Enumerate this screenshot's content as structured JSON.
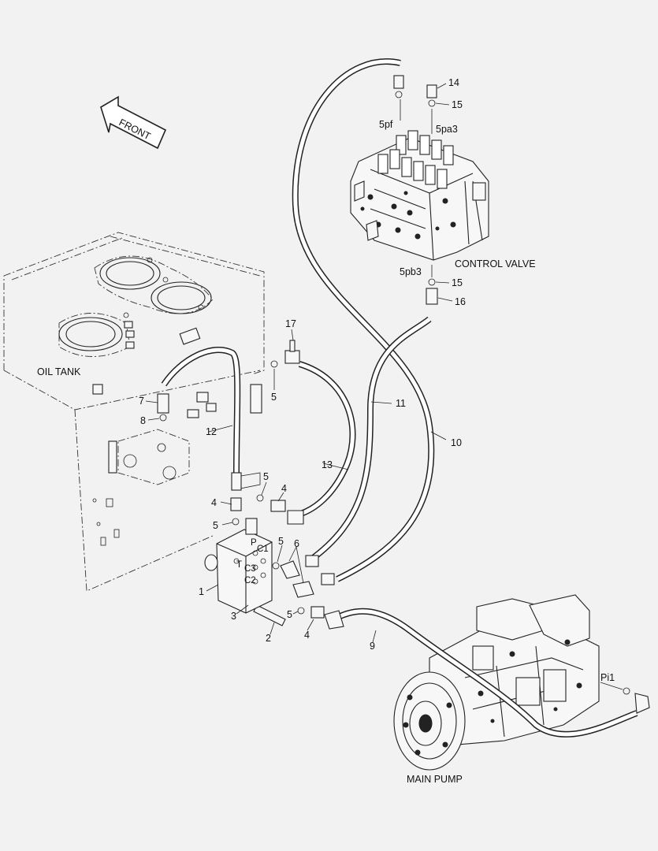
{
  "direction": {
    "label": "FRONT",
    "icon": "front-arrow-icon"
  },
  "components": {
    "oil_tank": "OIL TANK",
    "control_valve": "CONTROL VALVE",
    "main_pump": "MAIN PUMP"
  },
  "callouts": {
    "c1": "1",
    "c2": "2",
    "c3": "3",
    "c4a": "4",
    "c4b": "4",
    "c4c": "4",
    "c5a": "5",
    "c5b": "5",
    "c5c": "5",
    "c5d": "5",
    "c5e": "5",
    "c6": "6",
    "c7": "7",
    "c8": "8",
    "c9": "9",
    "c10": "10",
    "c11": "11",
    "c12": "12",
    "c13": "13",
    "c14": "14",
    "c15a": "15",
    "c15b": "15",
    "c16": "16",
    "c17": "17",
    "c5pf": "5pf",
    "c5pa3": "5pa3",
    "c5pb3": "5pb3",
    "cpi1": "Pi1"
  },
  "block_ports": {
    "p": "P",
    "t": "T",
    "c1": "C1",
    "c2": "C2",
    "c3": "C3"
  }
}
